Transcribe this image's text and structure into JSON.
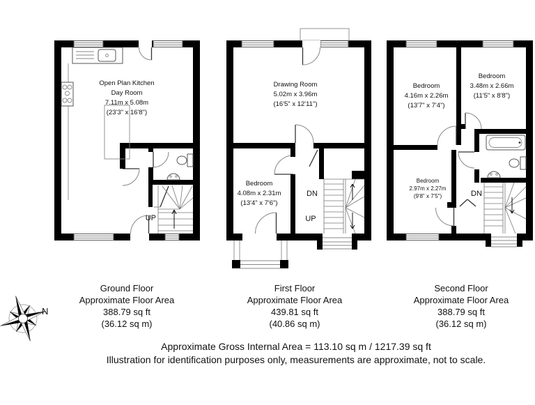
{
  "plans": {
    "ground": {
      "kitchen": {
        "line1": "Open Plan Kitchen",
        "line2": "Day Room",
        "dims_m": "7.11m x 5.08m",
        "dims_ft": "(23'3\" x 16'8\")"
      },
      "stairs_up_label": "UP",
      "caption": {
        "title": "Ground Floor",
        "subtitle": "Approximate Floor Area",
        "area_ft": "388.79 sq ft",
        "area_m": "(36.12 sq m)"
      }
    },
    "first": {
      "drawing_room": {
        "name": "Drawing Room",
        "dims_m": "5.02m x 3.96m",
        "dims_ft": "(16'5\" x 12'11\")"
      },
      "bedroom": {
        "name": "Bedroom",
        "dims_m": "4.08m x 2.31m",
        "dims_ft": "(13'4\" x 7'6\")"
      },
      "stairs_dn_label": "DN",
      "stairs_up_label": "UP",
      "caption": {
        "title": "First Floor",
        "subtitle": "Approximate Floor Area",
        "area_ft": "439.81 sq ft",
        "area_m": "(40.86 sq m)"
      }
    },
    "second": {
      "bedroom1": {
        "name": "Bedroom",
        "dims_m": "4.16m x 2.26m",
        "dims_ft": "(13'7\" x 7'4\")"
      },
      "bedroom2": {
        "name": "Bedroom",
        "dims_m": "3.48m x 2.66m",
        "dims_ft": "(11'5\" x 8'8\")"
      },
      "bedroom3": {
        "name": "Bedroom",
        "dims_m": "2.97m x 2.27m",
        "dims_ft": "(9'8\" x 7'5\")"
      },
      "stairs_dn_label": "DN",
      "caption": {
        "title": "Second Floor",
        "subtitle": "Approximate Floor Area",
        "area_ft": "388.79 sq ft",
        "area_m": "(36.12 sq m)"
      }
    }
  },
  "compass": {
    "north_label": "N"
  },
  "footer": {
    "line1": "Approximate Gross Internal Area = 113.10 sq m / 1217.39 sq ft",
    "line2": "Illustration for identification purposes only, measurements are approximate, not to scale."
  },
  "colors": {
    "wall": "#000000",
    "background": "#ffffff",
    "fixture_line": "#555555",
    "text": "#111111"
  }
}
